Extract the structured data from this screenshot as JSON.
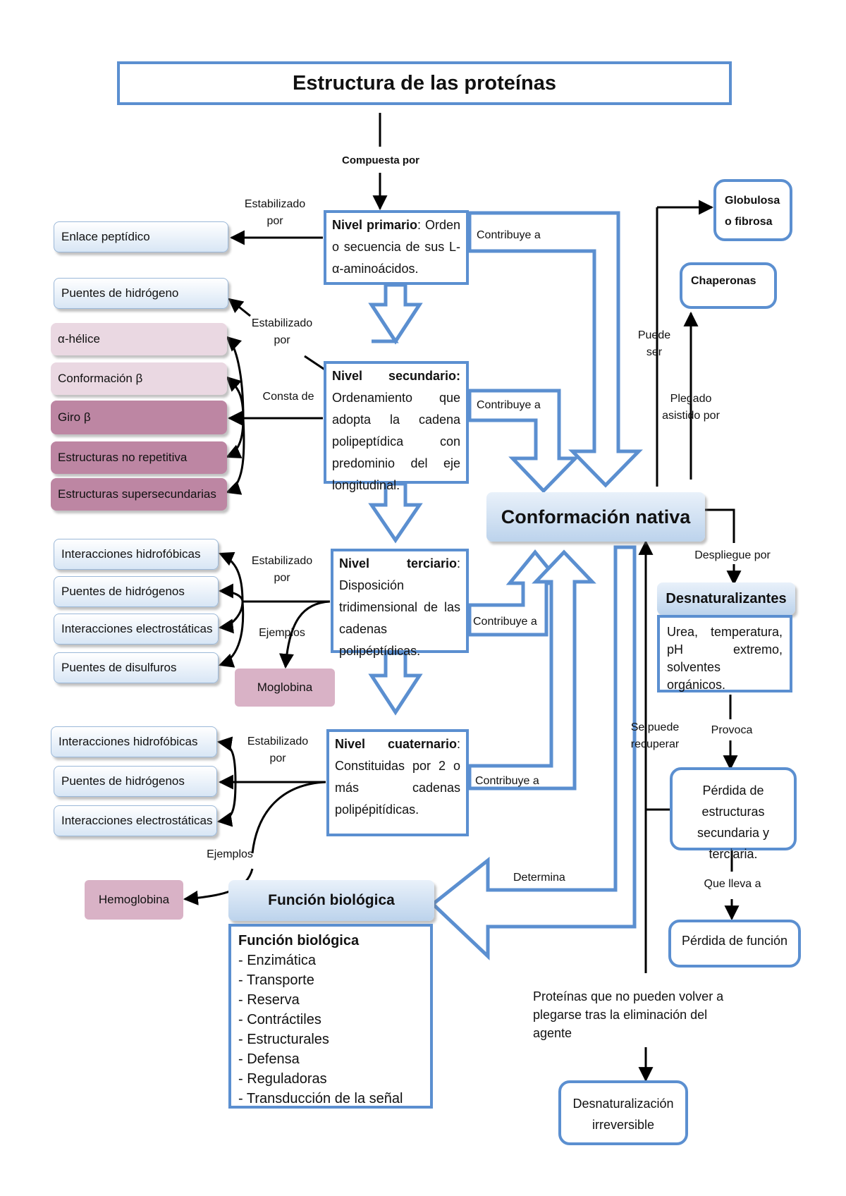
{
  "title": "Estructura de las proteínas",
  "edge_labels": {
    "compuesta_por": "Compuesta por",
    "estabilizado_por": "Estabilizado por",
    "consta_de": "Consta de",
    "ejemplos": "Ejemplos",
    "contribuye_a": "Contribuye a",
    "determina": "Determina",
    "puede_ser": "Puede ser",
    "plegado_asistido_por": "Plegado asistido por",
    "despliegue_por": "Despliegue por",
    "provoca": "Provoca",
    "que_lleva_a": "Que lleva a",
    "se_puede_recuperar": "Se puede recuperar"
  },
  "levels": {
    "primario": {
      "name": "Nivel primario",
      "text": ": Orden o secuencia de sus L-α-aminoácidos."
    },
    "secundario": {
      "name": "Nivel secundario:",
      "text": " Ordenamiento que adopta la cadena polipeptídica con predominio del eje longitudinal."
    },
    "terciario": {
      "name": "Nivel terciario",
      "text": ": Disposición tridimensional de las cadenas polipéptídicas."
    },
    "cuaternario": {
      "name": "Nivel cuaternario",
      "text": ": Constituidas por 2 o más cadenas polipépitídicas."
    }
  },
  "primary_links": [
    "Enlace peptídico"
  ],
  "secondary_links": {
    "stabilized": "Puentes de hidrógeno",
    "parts": [
      "α-hélice",
      "Conformación β",
      "Giro β",
      "Estructuras no repetitiva",
      "Estructuras supersecundarias"
    ]
  },
  "tertiary_links": {
    "stabilized": [
      "Interacciones hidrofóbicas",
      "Puentes de hidrógenos",
      "Interacciones electrostáticas",
      "Puentes de disulfuros"
    ],
    "example": "Moglobina"
  },
  "quaternary_links": {
    "stabilized": [
      "Interacciones hidrofóbicas",
      "Puentes de hidrógenos",
      "Interacciones electrostáticas"
    ],
    "example": "Hemoglobina"
  },
  "nativa": "Conformación nativa",
  "globulosa": "Globulosa o fibrosa",
  "chaperonas": "Chaperonas",
  "desnaturalizantes": {
    "title": "Desnaturalizantes",
    "text": "Urea, temperatura, pH extremo, solventes orgánicos."
  },
  "perdida_estructuras": "Pérdida de estructuras secundaria y terciaria.",
  "perdida_funcion": "Pérdida de función",
  "irreversible_note": "Proteínas que no pueden volver a plegarse tras la eliminación del agente",
  "desnat_irreversible": "Desnaturalización irreversible",
  "funcion": {
    "header": "Función biológica",
    "title": "Función biológica",
    "items": [
      "- Enzimática",
      "- Transporte",
      "- Reserva",
      "- Contráctiles",
      "- Estructurales",
      "- Defensa",
      "- Reguladoras",
      "- Transducción de la señal"
    ]
  },
  "colors": {
    "box_border": "#5b8fd0",
    "pill_blue": "#d8e6f5",
    "pill_pink": "#ead8e2",
    "pill_dark": "#bd86a3",
    "pill_mauve": "#d9b2c6"
  }
}
